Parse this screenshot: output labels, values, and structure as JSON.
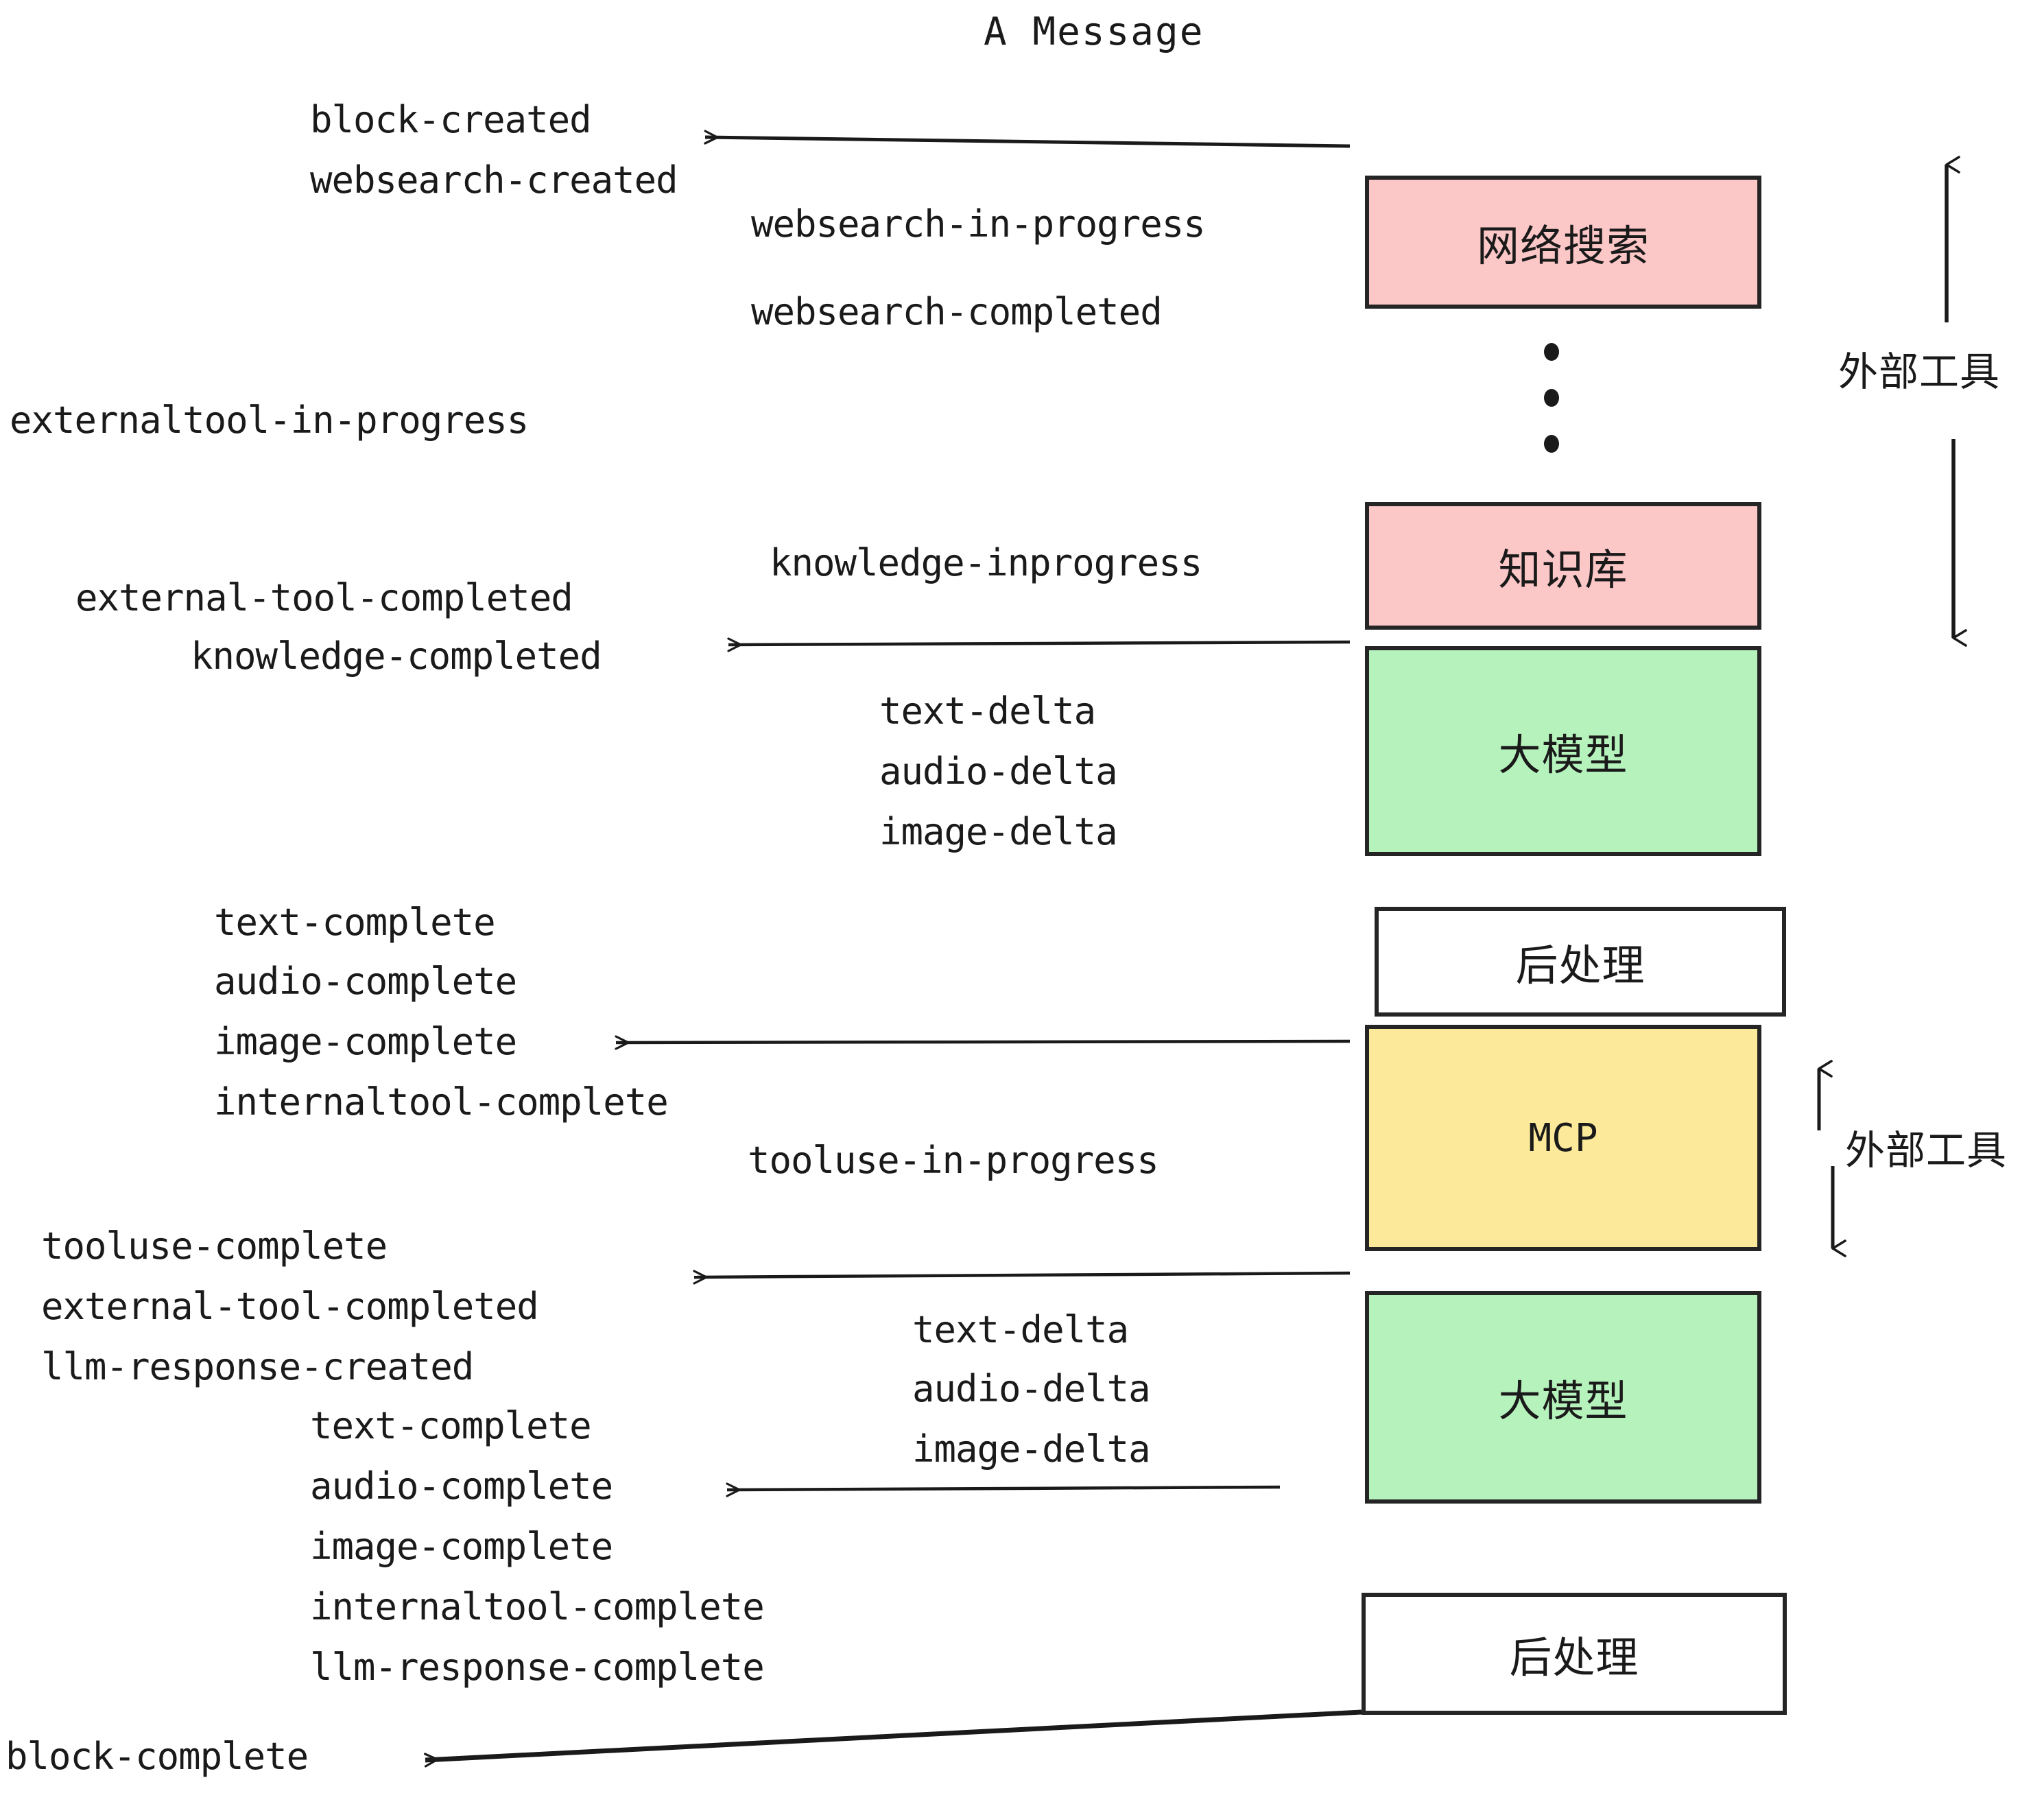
{
  "diagram": {
    "title": "A Message",
    "background": "#ffffff",
    "colors": {
      "pink": "#fcc7c7",
      "green": "#b5f2bc",
      "yellow": "#fce99a",
      "white": "#ffffff",
      "stroke": "#252525",
      "text": "#1a1a1a"
    }
  },
  "boxes": [
    {
      "label": "网络搜索",
      "fill": "pink"
    },
    {
      "label": "知识库",
      "fill": "pink"
    },
    {
      "label": "大模型",
      "fill": "green"
    },
    {
      "label": "后处理",
      "fill": "white"
    },
    {
      "label": "MCP",
      "fill": "yellow"
    },
    {
      "label": "大模型",
      "fill": "green"
    },
    {
      "label": "后处理",
      "fill": "white"
    }
  ],
  "side_labels": [
    {
      "text": "外部工具"
    },
    {
      "text": "外部工具"
    }
  ],
  "events": {
    "block_created": "block-created",
    "websearch_created": "websearch-created",
    "websearch_in_progress": "websearch-in-progress",
    "websearch_completed": "websearch-completed",
    "externaltool_in_progress": "externaltool-in-progress",
    "knowledge_inprogress": "knowledge-inprogress",
    "external_tool_completed_1": "external-tool-completed",
    "knowledge_completed": "knowledge-completed",
    "text_delta_1": "text-delta",
    "audio_delta_1": "audio-delta",
    "image_delta_1": "image-delta",
    "text_complete_1": "text-complete",
    "audio_complete_1": "audio-complete",
    "image_complete_1": "image-complete",
    "internaltool_complete_1": "internaltool-complete",
    "tooluse_in_progress": "tooluse-in-progress",
    "tooluse_complete": "tooluse-complete",
    "external_tool_completed_2": "external-tool-completed",
    "llm_response_created": "llm-response-created",
    "text_delta_2": "text-delta",
    "audio_delta_2": "audio-delta",
    "image_delta_2": "image-delta",
    "text_complete_2": "text-complete",
    "audio_complete_2": "audio-complete",
    "image_complete_2": "image-complete",
    "internaltool_complete_2": "internaltool-complete",
    "llm_response_complete": "llm-response-complete",
    "block_complete": "block-complete"
  }
}
